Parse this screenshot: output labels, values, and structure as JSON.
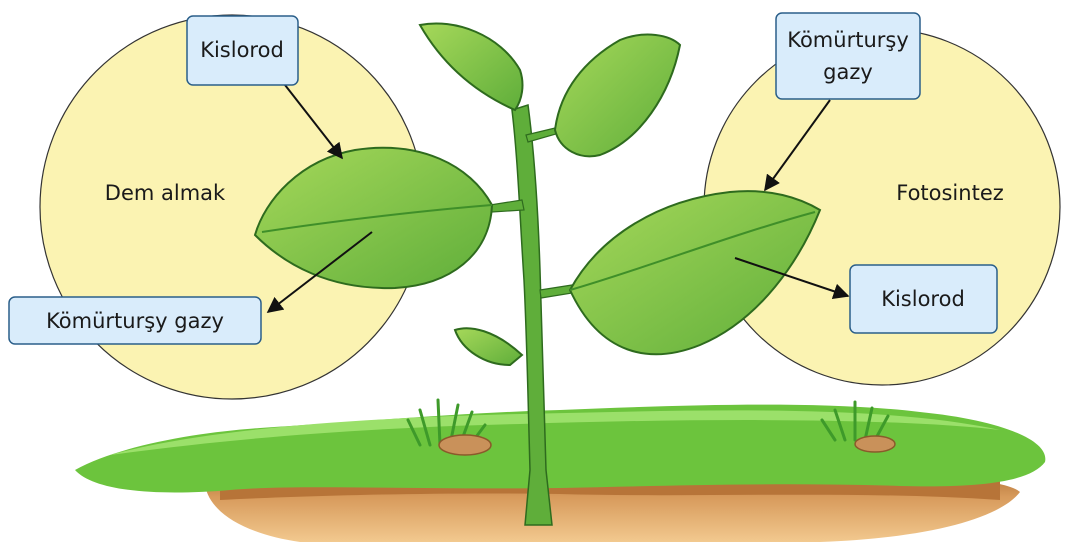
{
  "left_circle": {
    "title": "Dem almak"
  },
  "right_circle": {
    "title": "Fotosintez"
  },
  "labels": {
    "left_top": "Kislorod",
    "left_bottom": "Kömürturşy gazy",
    "right_top_line1": "Kömürturşy",
    "right_top_line2": "gazy",
    "right_bottom": "Kislorod"
  },
  "colors": {
    "circle_fill": "#fbf3b2",
    "label_fill": "#d9ecfb",
    "label_border": "#2b5f8a",
    "leaf": "#7cc243",
    "stem": "#5fae3a",
    "grass": "#6cc43d",
    "soil": "#c9874a"
  }
}
